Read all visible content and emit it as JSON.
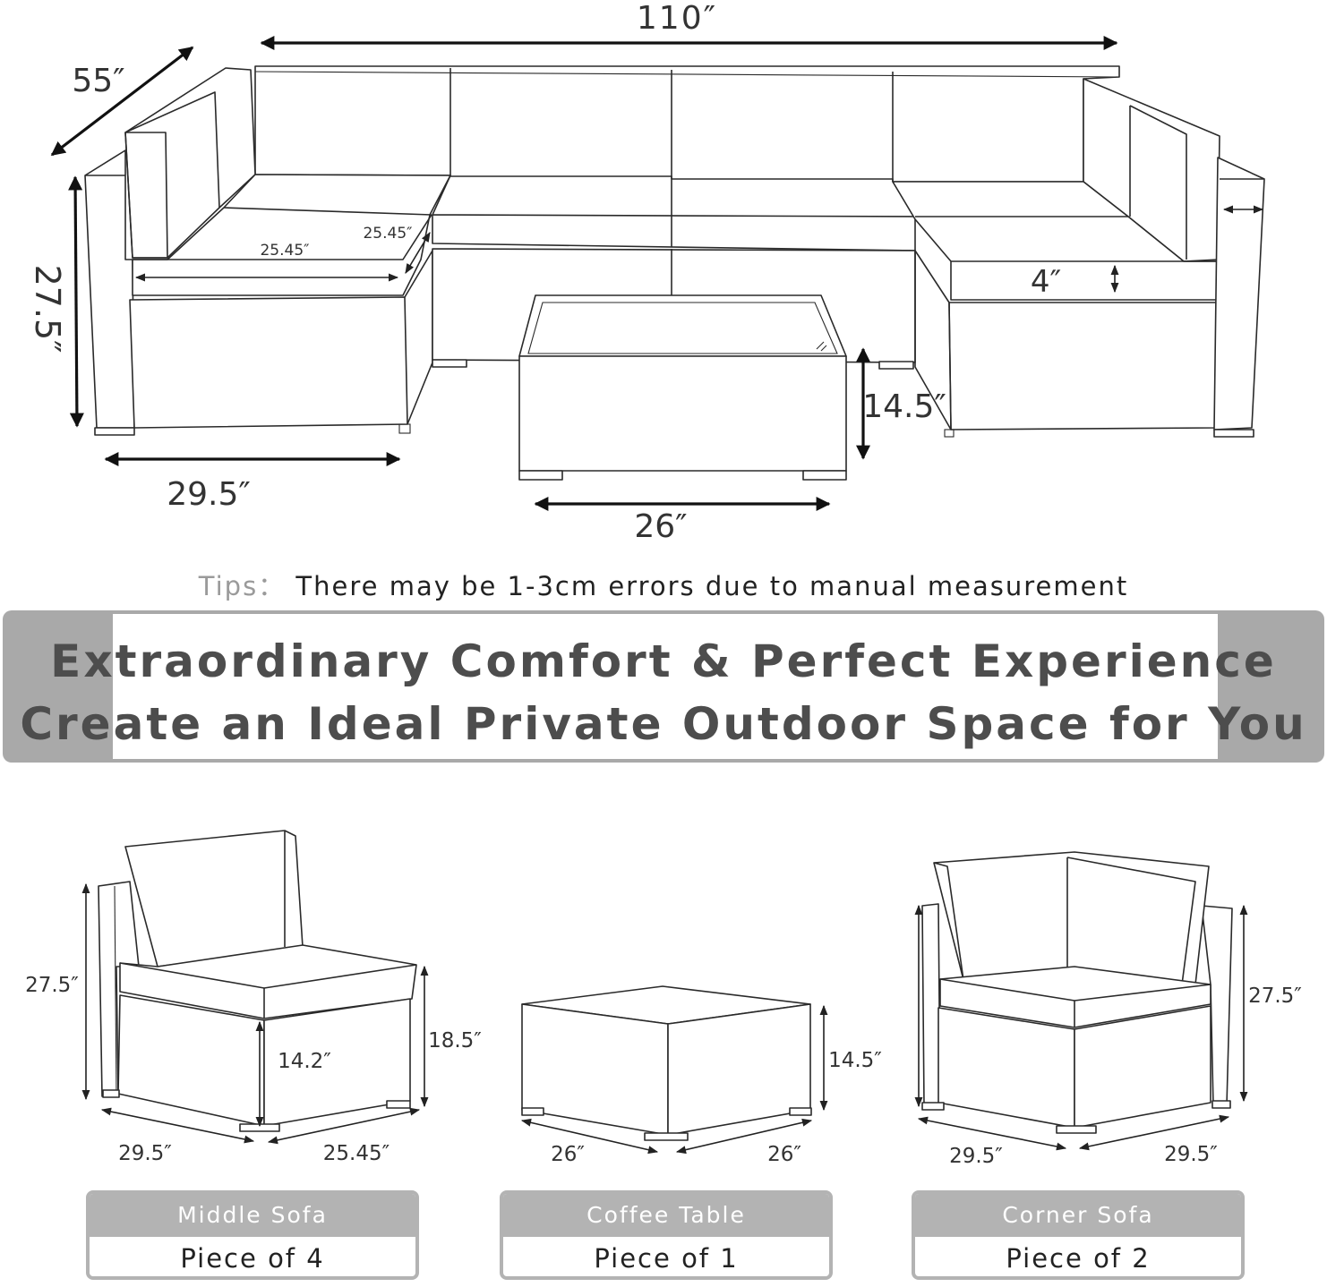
{
  "overall_dimensions": {
    "total_width": "110″",
    "depth": "55″",
    "height": "27.5″",
    "corner_seat_width": "25.45″",
    "corner_seat_depth": "25.45″",
    "corner_width": "29.5″",
    "cushion_thickness": "4″",
    "table_height": "14.5″",
    "table_width": "26″"
  },
  "tips": {
    "label": "Tips：",
    "text": "There may be 1-3cm errors due to manual measurement"
  },
  "banner": {
    "line1": "Extraordinary Comfort & Perfect Experience",
    "line2": "Create an Ideal Private Outdoor Space for You"
  },
  "pieces": [
    {
      "name": "Middle Sofa",
      "quantity": "Piece of 4",
      "height": "27.5″",
      "seat_height": "18.5″",
      "leg_to_seat": "14.2″",
      "depth": "29.5″",
      "width": "25.45″"
    },
    {
      "name": "Coffee Table",
      "quantity": "Piece of 1",
      "height": "14.5″",
      "depth": "26″",
      "width": "26″"
    },
    {
      "name": "Corner Sofa",
      "quantity": "Piece of 2",
      "height": "27.5″",
      "depth": "29.5″",
      "width": "29.5″"
    }
  ],
  "colors": {
    "banner_gray": "#a9a9a9",
    "card_gray": "#b3b3b3",
    "text_dark": "#4d4d4d"
  }
}
